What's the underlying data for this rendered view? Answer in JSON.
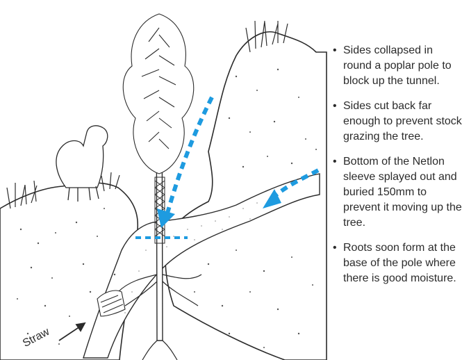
{
  "bullets": [
    "Sides collapsed in round a poplar pole to block up the tunnel.",
    "Sides cut back far enough to prevent stock grazing the tree.",
    "Bottom of the Netlon sleeve splayed out and buried 150mm to prevent it moving up the tree.",
    "Roots soon form at the base of the pole where there is good moisture."
  ],
  "straw_label": "Straw",
  "bullet_glyph": "•",
  "colors": {
    "arrow": "#1e9be0",
    "ink": "#2b2b2b",
    "soil_fill": "#ffffff"
  }
}
